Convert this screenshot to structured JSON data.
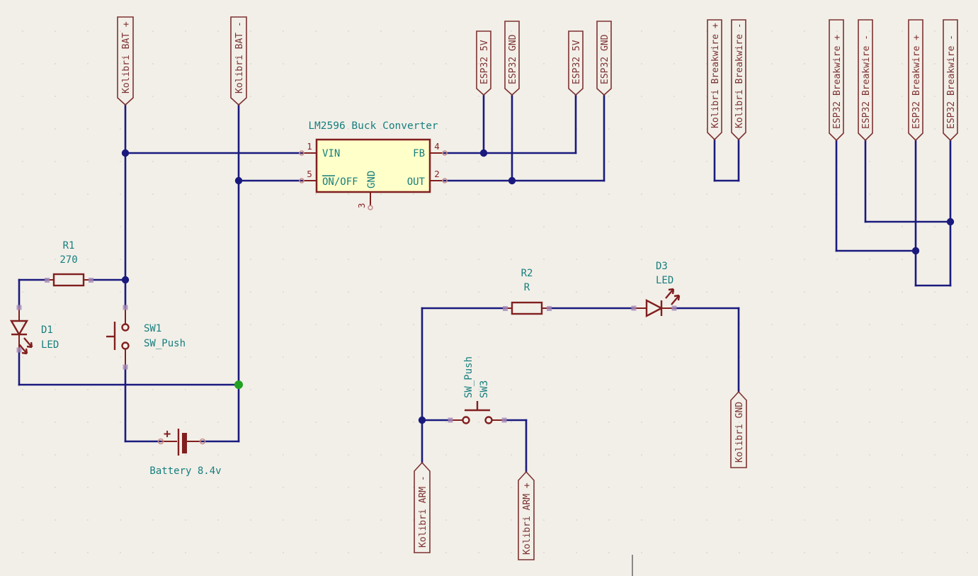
{
  "colors": {
    "background": "#f2efe8",
    "wire": "#1a1a7e",
    "junction": "#1a1a7e",
    "junction_green": "#21a121",
    "symbol_outline": "#811f1f",
    "value_text": "#177e7e",
    "label_outline": "#7d3232",
    "component_fill": "#ffffc9"
  },
  "labels": {
    "bat_plus": "Kolibri BAT +",
    "bat_minus": "Kolibri BAT -",
    "esp32_5v_1": "ESP32 5V",
    "esp32_gnd_1": "ESP32 GND",
    "esp32_5v_2": "ESP32 5V",
    "esp32_gnd_2": "ESP32 GND",
    "kolibri_breakwire_plus": "Kolibri Breakwire +",
    "kolibri_breakwire_minus": "Kolibri Breakwire -",
    "esp32_breakwire_plus_1": "ESP32 Breakwire +",
    "esp32_breakwire_minus_1": "ESP32 Breakwire -",
    "esp32_breakwire_plus_2": "ESP32 Breakwire +",
    "esp32_breakwire_minus_2": "ESP32 Breakwire -",
    "kolibri_arm_minus": "Kolibri ARM -",
    "kolibri_arm_plus": "Kolibri ARM +",
    "kolibri_gnd": "Kolibri GND"
  },
  "u1": {
    "title": "LM2596 Buck Converter",
    "pin1_num": "1",
    "pin1_name": "VIN",
    "pin5_num": "5",
    "pin5_name": "ON/OFF",
    "pin4_num": "4",
    "pin4_name": "FB",
    "pin2_num": "2",
    "pin2_name": "OUT",
    "pin3_num": "3",
    "pin3_name": "GND"
  },
  "r1": {
    "ref": "R1",
    "value": "270"
  },
  "d1": {
    "ref": "D1",
    "value": "LED"
  },
  "sw1": {
    "ref": "SW1",
    "value": "SW_Push"
  },
  "bt1": {
    "label": "Battery 8.4v",
    "plus": "+"
  },
  "r2": {
    "ref": "R2",
    "value": "R"
  },
  "d3": {
    "ref": "D3",
    "value": "LED"
  },
  "sw3": {
    "ref": "SW3",
    "value": "SW_Push"
  }
}
